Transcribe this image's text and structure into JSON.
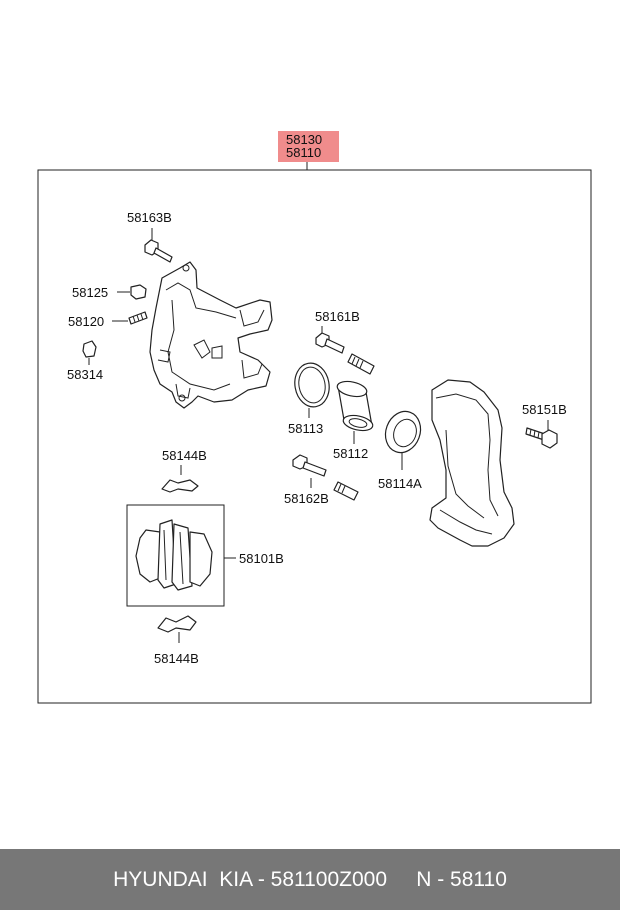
{
  "header": {
    "label_top": "58130",
    "label_highlight": "58110",
    "highlight_color": "#f08c8c"
  },
  "labels": {
    "p58163B": "58163B",
    "p58125": "58125",
    "p58120": "58120",
    "p58314": "58314",
    "p58161B": "58161B",
    "p58113": "58113",
    "p58112": "58112",
    "p58114A": "58114A",
    "p58151B": "58151B",
    "p58162B": "58162B",
    "p58144B_top": "58144B",
    "p58101B": "58101B",
    "p58144B_bottom": "58144B"
  },
  "footer": {
    "brand": "HYUNDAI  KIA - 581100Z000",
    "gap": "     ",
    "ref": "N - 58110",
    "bg_color": "#777777"
  }
}
